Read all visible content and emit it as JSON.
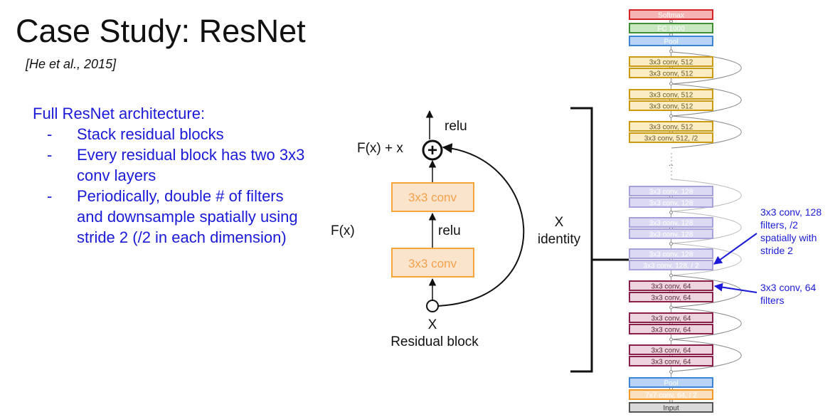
{
  "slide": {
    "title": "Case Study: ResNet",
    "citation": "[He et al., 2015]"
  },
  "bullets": {
    "heading": "Full ResNet architecture:",
    "items": [
      "Stack residual blocks",
      "Every residual block has two 3x3 conv layers",
      "Periodically, double # of filters and downsample spatially using stride 2 (/2 in each dimension)"
    ]
  },
  "residual_block": {
    "top_relu": "relu",
    "sum_label": "F(x) + x",
    "fx_label": "F(x)",
    "mid_relu": "relu",
    "conv_top": "3x3 conv",
    "conv_bottom": "3x3 conv",
    "x_label": "X",
    "caption": "Residual block",
    "identity_x": "X",
    "identity_label": "identity",
    "plus_symbol": "+"
  },
  "network": {
    "layers": [
      {
        "label": "Softmax",
        "color": "red"
      },
      {
        "label": "FC 1000",
        "color": "green"
      },
      {
        "label": "Pool",
        "color": "blue"
      },
      {
        "label": "3x3 conv, 512",
        "color": "gold"
      },
      {
        "label": "3x3 conv, 512",
        "color": "gold"
      },
      {
        "label": "3x3 conv, 512",
        "color": "gold"
      },
      {
        "label": "3x3 conv, 512",
        "color": "gold"
      },
      {
        "label": "3x3 conv, 512",
        "color": "gold"
      },
      {
        "label": "3x3 conv, 512, /2",
        "color": "gold"
      },
      {
        "label": "3x3 conv, 128",
        "color": "lavender"
      },
      {
        "label": "3x3 conv, 128",
        "color": "lavender"
      },
      {
        "label": "3x3 conv, 128",
        "color": "lavender"
      },
      {
        "label": "3x3 conv, 128",
        "color": "lavender"
      },
      {
        "label": "3x3 conv, 128",
        "color": "lavender"
      },
      {
        "label": "3x3 conv, 128, / 2",
        "color": "lavender"
      },
      {
        "label": "3x3 conv, 64",
        "color": "maroon"
      },
      {
        "label": "3x3 conv, 64",
        "color": "maroon"
      },
      {
        "label": "3x3 conv, 64",
        "color": "maroon"
      },
      {
        "label": "3x3 conv, 64",
        "color": "maroon"
      },
      {
        "label": "3x3 conv, 64",
        "color": "maroon"
      },
      {
        "label": "3x3 conv, 64",
        "color": "maroon"
      },
      {
        "label": "Pool",
        "color": "blue"
      },
      {
        "label": "7x7 conv, 64, / 2",
        "color": "orange"
      },
      {
        "label": "Input",
        "color": "gray"
      }
    ],
    "ellipsis": "..",
    "annotation_128": [
      "3x3 conv, 128",
      "filters, /2",
      "spatially with",
      "stride 2"
    ],
    "annotation_64": [
      "3x3 conv, 64",
      "filters"
    ]
  },
  "colors": {
    "text_blue": "#1a1ad8",
    "orange_fill": "#fbe4cc",
    "orange_stroke": "#f6a53a",
    "red": {
      "fill": "#f6b3b3",
      "stroke": "#d62222",
      "text": "#ffffff"
    },
    "green": {
      "fill": "#c9e7c0",
      "stroke": "#3f8f37",
      "text": "#ffffff"
    },
    "blue": {
      "fill": "#b9d4f6",
      "stroke": "#3d83d6",
      "text": "#ffffff"
    },
    "gold": {
      "fill": "#fbecc3",
      "stroke": "#cc9a10",
      "text": "#6b5a22"
    },
    "lavender": {
      "fill": "#dcdaf2",
      "stroke": "#a7a2da",
      "text": "#ffffff"
    },
    "maroon": {
      "fill": "#eed4de",
      "stroke": "#8a1f4a",
      "text": "#5a2a3a"
    },
    "orange": {
      "fill": "#fbe0bf",
      "stroke": "#f39a26",
      "text": "#ffffff"
    },
    "gray": {
      "fill": "#d9d9d9",
      "stroke": "#555555",
      "text": "#333333"
    }
  }
}
